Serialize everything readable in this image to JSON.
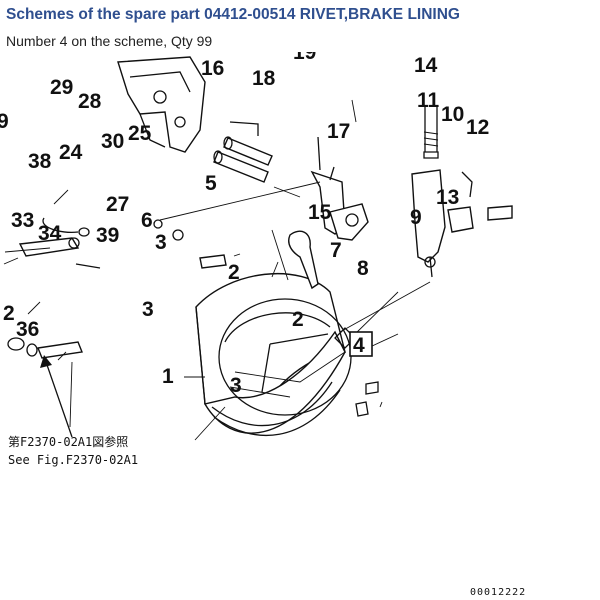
{
  "header": {
    "title": "Schemes of the spare part 04412-00514 RIVET,BRAKE LINING",
    "subtitle": "Number 4 on the scheme, Qty 99"
  },
  "scheme": {
    "highlighted_label": "4",
    "labels": [
      "1",
      "2",
      "2",
      "2",
      "3",
      "3",
      "3",
      "4",
      "5",
      "6",
      "7",
      "8",
      "9",
      "9",
      "10",
      "11",
      "12",
      "13",
      "14",
      "15",
      "16",
      "17",
      "18",
      "24",
      "25",
      "27",
      "28",
      "29",
      "30",
      "33",
      "34",
      "36",
      "38",
      "39"
    ],
    "note_jp": "第F2370-02A1図参照",
    "note_en": "See Fig.F2370-02A1",
    "doc_number": "00012222"
  }
}
